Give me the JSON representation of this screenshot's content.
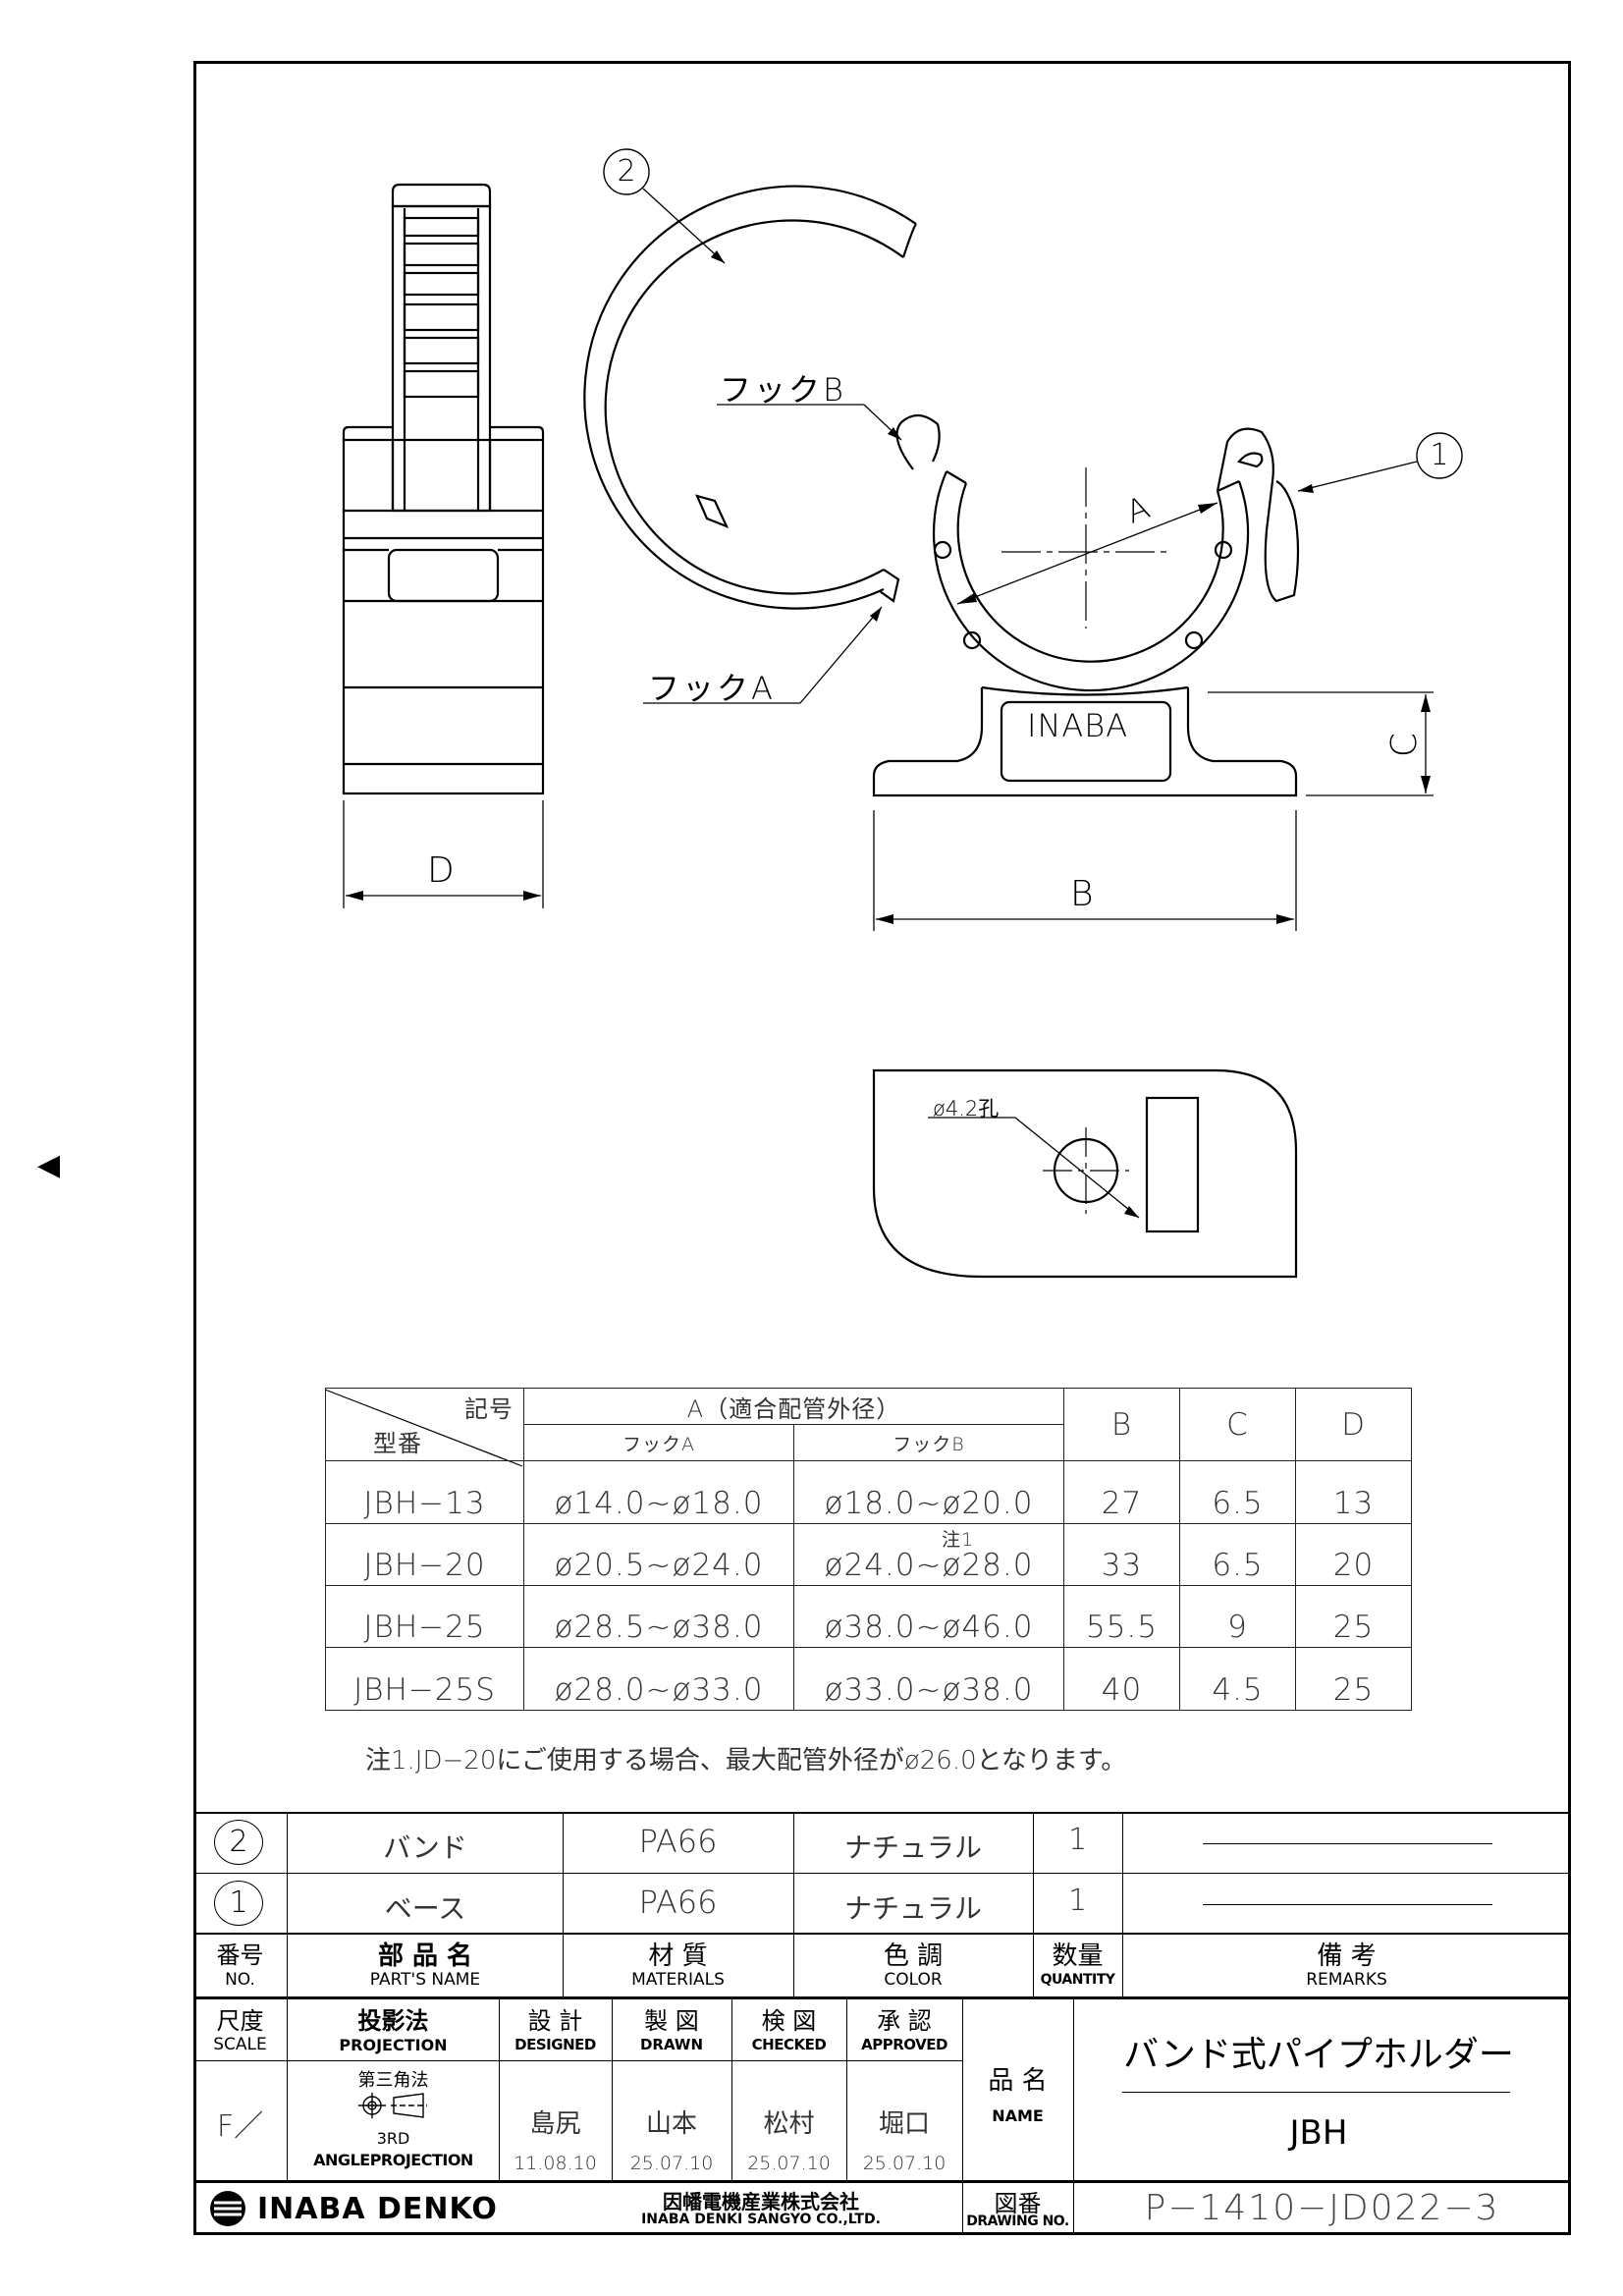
{
  "nav": {
    "side_marker": "◀"
  },
  "drawing": {
    "labels": {
      "part2": "2",
      "part1": "1",
      "hook_b": "フックB",
      "hook_a": "フックA",
      "dim_a": "A",
      "dim_b": "B",
      "dim_c": "C",
      "dim_d": "D",
      "brand_on_part": "INABA",
      "hole": "ø4.2孔"
    }
  },
  "spec_table": {
    "corner_top": "記号",
    "corner_bottom": "型番",
    "col_a": "A（適合配管外径）",
    "col_a_hook_a": "フックA",
    "col_a_hook_b": "フックB",
    "col_b": "B",
    "col_c": "C",
    "col_d": "D",
    "rows": [
      {
        "model": "JBH−13",
        "hook_a": "ø14.0~ø18.0",
        "note": "",
        "hook_b": "ø18.0~ø20.0",
        "b": "27",
        "c": "6.5",
        "d": "13"
      },
      {
        "model": "JBH−20",
        "hook_a": "ø20.5~ø24.0",
        "note": "注1",
        "hook_b": "ø24.0~ø28.0",
        "b": "33",
        "c": "6.5",
        "d": "20"
      },
      {
        "model": "JBH−25",
        "hook_a": "ø28.5~ø38.0",
        "note": "",
        "hook_b": "ø38.0~ø46.0",
        "b": "55.5",
        "c": "9",
        "d": "25"
      },
      {
        "model": "JBH−25S",
        "hook_a": "ø28.0~ø33.0",
        "note": "",
        "hook_b": "ø33.0~ø38.0",
        "b": "40",
        "c": "4.5",
        "d": "25"
      }
    ],
    "footnote": "注1.JD−20にご使用する場合、最大配管外径がø26.0となります。"
  },
  "parts_list": {
    "rows": [
      {
        "no": "2",
        "name": "バンド",
        "material": "PA66",
        "color": "ナチュラル",
        "qty": "1"
      },
      {
        "no": "1",
        "name": "ベース",
        "material": "PA66",
        "color": "ナチュラル",
        "qty": "1"
      }
    ],
    "headers": {
      "no_ja": "番号",
      "no_en": "NO.",
      "name_ja": "部 品 名",
      "name_en": "PART'S NAME",
      "material_ja": "材 質",
      "material_en": "MATERIALS",
      "color_ja": "色 調",
      "color_en": "COLOR",
      "qty_ja": "数量",
      "qty_en": "QUANTITY",
      "remarks_ja": "備 考",
      "remarks_en": "REMARKS"
    }
  },
  "title_block": {
    "scale_ja": "尺度",
    "scale_en": "SCALE",
    "scale_value": "F／",
    "projection_ja": "投影法",
    "projection_en": "PROJECTION",
    "projection_value": "第三角法",
    "projection_sub1": "3RD",
    "projection_sub2": "ANGLEPROJECTION",
    "designed_ja": "設 計",
    "designed_en": "DESIGNED",
    "designed_name": "島尻",
    "designed_date": "11.08.10",
    "drawn_ja": "製 図",
    "drawn_en": "DRAWN",
    "drawn_name": "山本",
    "drawn_date": "25.07.10",
    "checked_ja": "検 図",
    "checked_en": "CHECKED",
    "checked_name": "松村",
    "checked_date": "25.07.10",
    "approved_ja": "承 認",
    "approved_en": "APPROVED",
    "approved_name": "堀口",
    "approved_date": "25.07.10",
    "name_ja": "品 名",
    "name_en": "NAME",
    "product_name": "バンド式パイプホルダー",
    "product_code": "JBH",
    "company_logo_text": "INABA DENKO",
    "company_ja": "因幡電機産業株式会社",
    "company_en": "INABA DENKI SANGYO CO.,LTD.",
    "drawing_no_ja": "図番",
    "drawing_no_en": "DRAWING NO.",
    "drawing_no": "P−1410−JD022−3"
  }
}
